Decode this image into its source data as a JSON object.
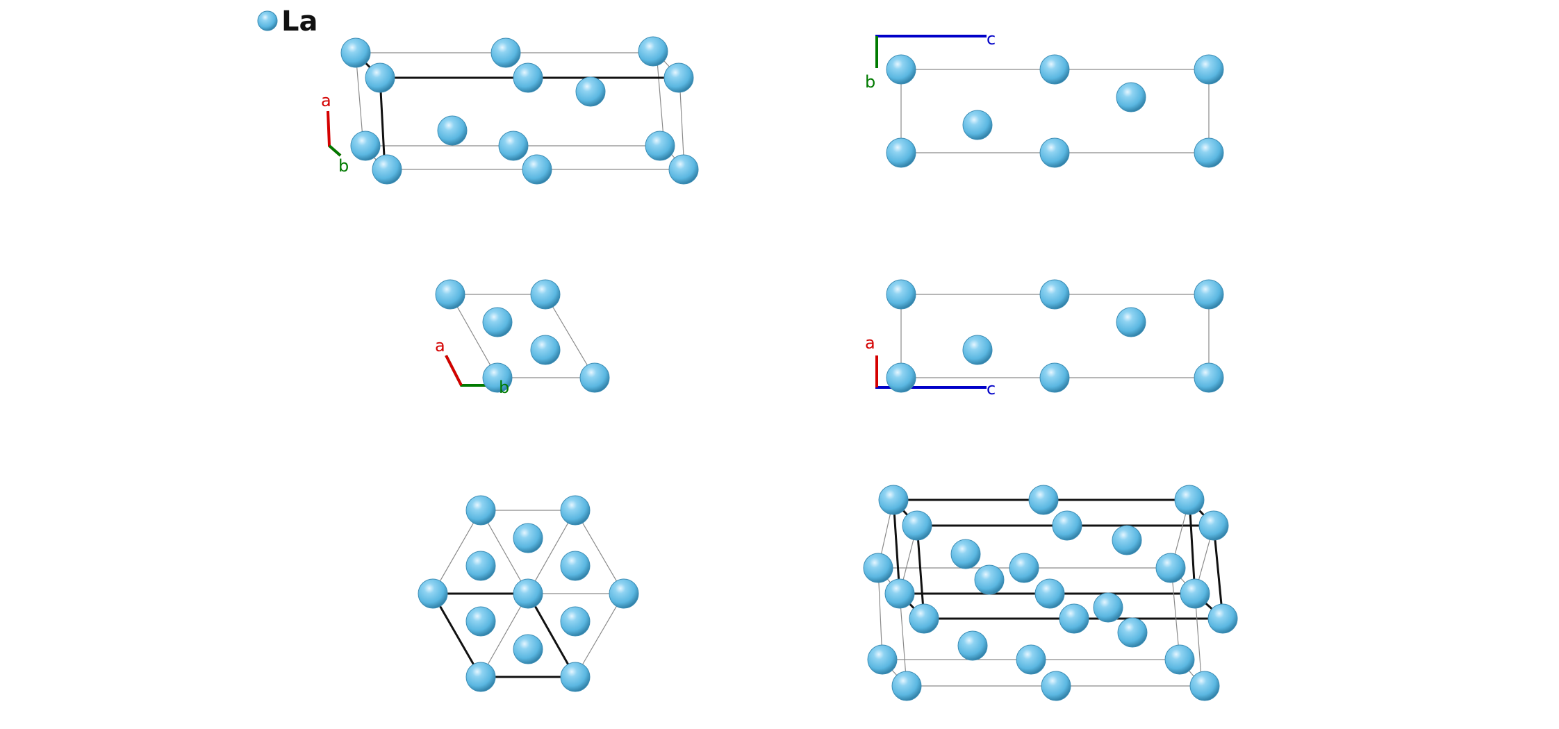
{
  "legend": {
    "element": "La",
    "atom_color": "#5bb7e1"
  },
  "axis_colors": {
    "a": "#d40000",
    "b": "#007a00",
    "c": "#0000c8"
  },
  "panels": [
    {
      "id": "perspective-small",
      "axes": [
        {
          "name": "a",
          "label": "a"
        },
        {
          "name": "b",
          "label": "b"
        }
      ]
    },
    {
      "id": "view-along-a",
      "axes": [
        {
          "name": "c",
          "label": "c"
        },
        {
          "name": "b",
          "label": "b"
        }
      ]
    },
    {
      "id": "view-along-c",
      "axes": [
        {
          "name": "a",
          "label": "a"
        },
        {
          "name": "b",
          "label": "b"
        }
      ]
    },
    {
      "id": "view-along-b",
      "axes": [
        {
          "name": "a",
          "label": "a"
        },
        {
          "name": "c",
          "label": "c"
        }
      ]
    },
    {
      "id": "supercell-top",
      "axes": []
    },
    {
      "id": "supercell-perspective",
      "axes": []
    }
  ]
}
